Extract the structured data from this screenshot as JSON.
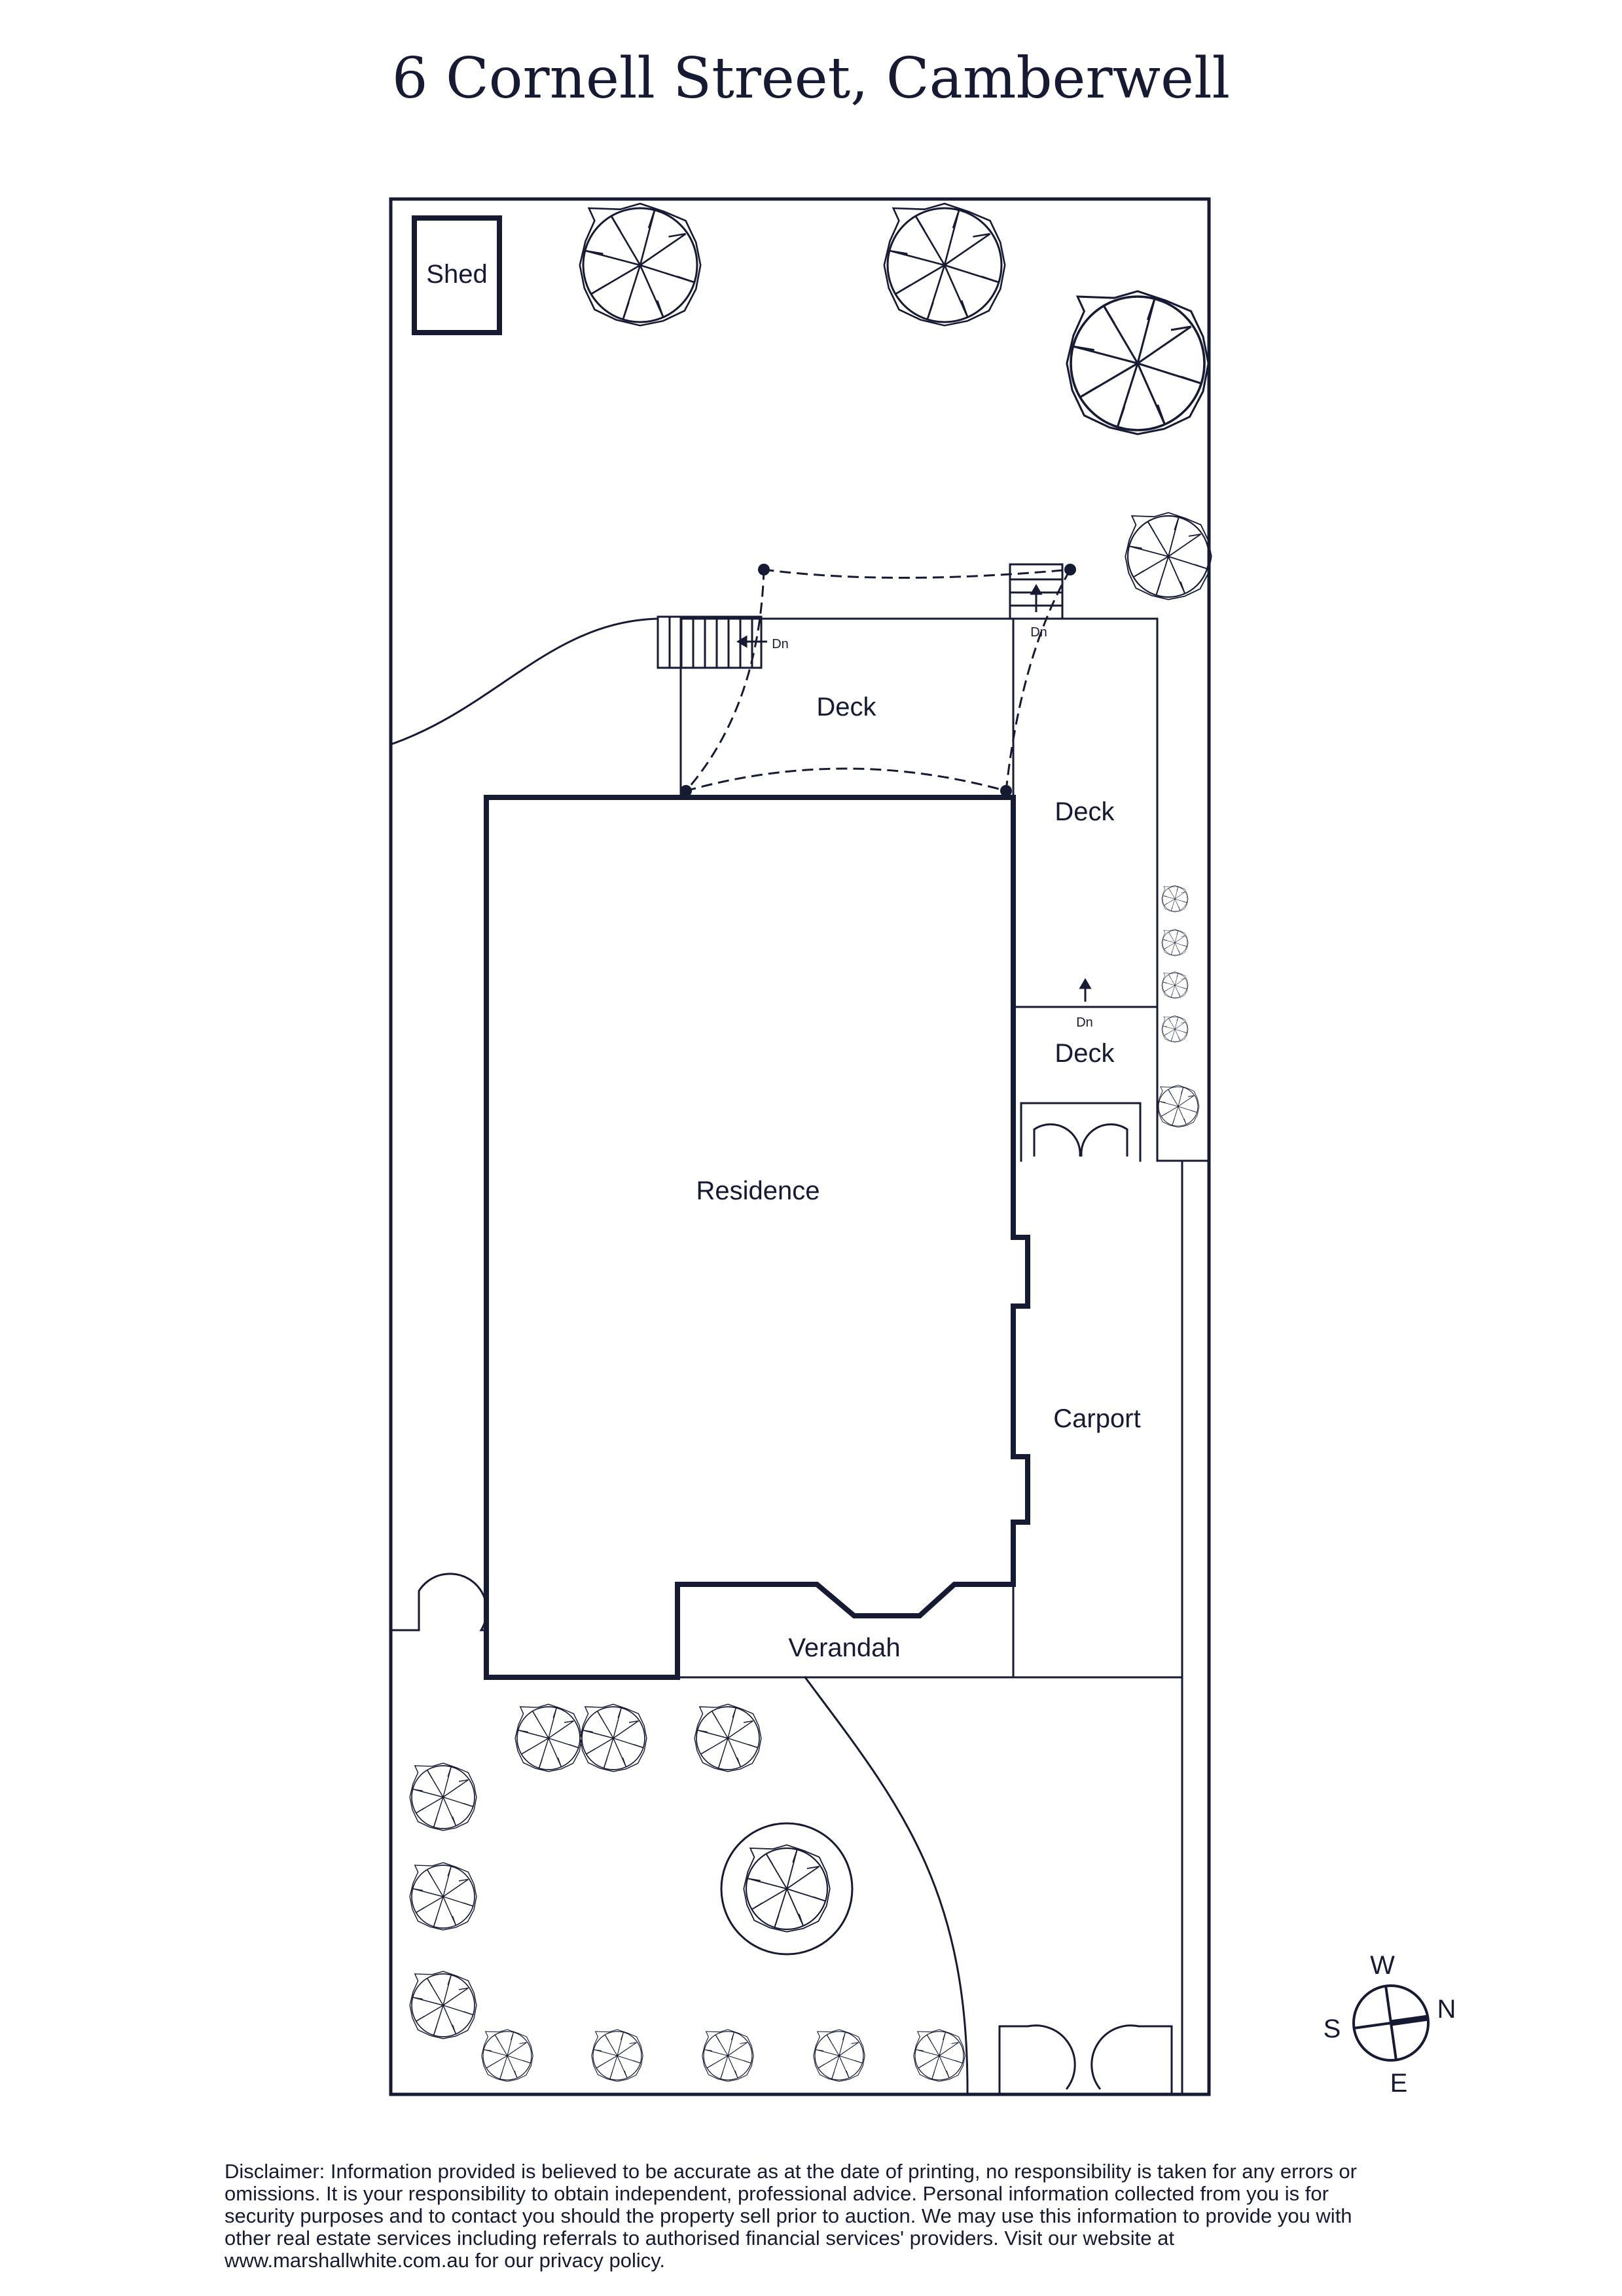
{
  "title": "6 Cornell Street, Camberwell",
  "colors": {
    "ink": "#161a33",
    "background": "#ffffff"
  },
  "rooms": {
    "shed": "Shed",
    "deck_rear": "Deck",
    "deck_side": "Deck",
    "deck_small": "Deck",
    "residence": "Residence",
    "carport": "Carport",
    "verandah": "Verandah"
  },
  "stair_labels": {
    "rear_steps": "Dn",
    "side_steps": "Dn",
    "deck_step": "Dn"
  },
  "compass": {
    "top": "W",
    "left": "S",
    "right": "N",
    "bottom": "E"
  },
  "icons": [
    "tree-icon",
    "compass-icon",
    "door-swing-icon",
    "stairs-icon"
  ],
  "disclaimer": "Disclaimer: Information provided is believed to be accurate as at the date of printing, no responsibility is taken for any errors or omissions. It is your responsibility to obtain independent, professional advice. Personal information collected from you is for security purposes and to contact you should the property sell prior to auction. We may use this information to provide you with other real estate services including referrals to authorised financial services' providers. Visit our website at www.marshallwhite.com.au for our privacy policy."
}
